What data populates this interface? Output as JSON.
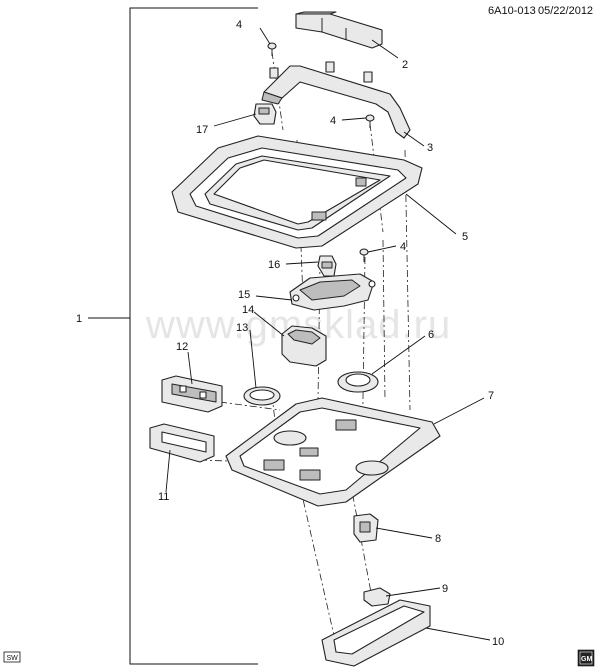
{
  "header": {
    "code": "6A10-013",
    "date": "05/22/2012"
  },
  "watermark": "www.gmsklad.ru",
  "badges": {
    "corner_left": "SW",
    "corner_right": "GM"
  },
  "callouts": {
    "c1": "1",
    "c2": "2",
    "c3": "3",
    "c4a": "4",
    "c4b": "4",
    "c4c": "4",
    "c5": "5",
    "c6": "6",
    "c7": "7",
    "c8": "8",
    "c9": "9",
    "c10": "10",
    "c11": "11",
    "c12": "12",
    "c13": "13",
    "c14": "14",
    "c15": "15",
    "c16": "16",
    "c17": "17"
  }
}
